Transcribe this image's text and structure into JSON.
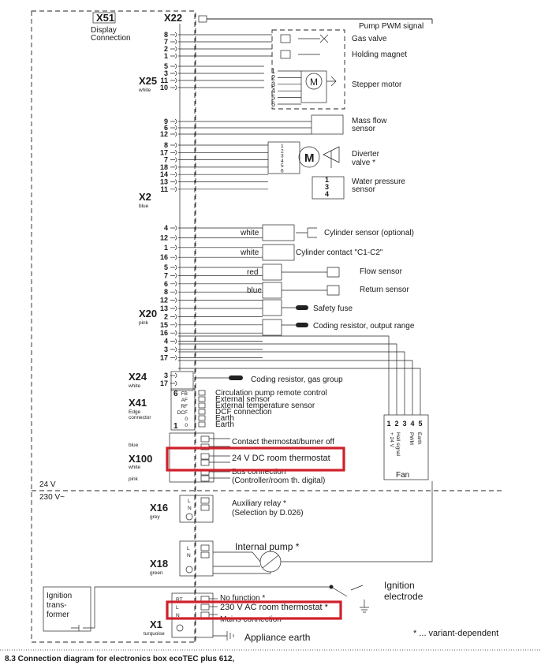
{
  "display_box": {
    "title": "X51",
    "label_line1": "Display",
    "label_line2": "Connection"
  },
  "x22": {
    "name": "X22",
    "signal": "Pump PWM signal"
  },
  "x25": {
    "name": "X25",
    "color": "white",
    "pins_a": [
      "8",
      "7",
      "2",
      "1"
    ],
    "pins_b": [
      "5",
      "3",
      "11",
      "10"
    ],
    "pins_c": [
      "9",
      "6",
      "12"
    ],
    "components": {
      "gas_valve": "Gas valve",
      "holding_magnet": "Holding magnet",
      "stepper_motor": "Stepper motor",
      "mass_flow": "Mass flow",
      "mass_flow_2": "sensor"
    },
    "stepper_pins": [
      "1",
      "2",
      "3",
      "4",
      "5",
      "6"
    ]
  },
  "x2": {
    "name": "X2",
    "color": "blue",
    "pins_a": [
      "8",
      "17",
      "7",
      "18",
      "14",
      "13",
      "11"
    ],
    "pins_b": [
      "4",
      "12",
      "1",
      "16"
    ],
    "components": {
      "diverter": "Diverter",
      "diverter_2": "valve *",
      "water_pressure": "Water pressure",
      "water_pressure_2": "sensor",
      "cylinder_sensor": "Cylinder sensor (optional)",
      "cylinder_contact": "Cylinder contact \"C1-C2\""
    },
    "wire_colors": {
      "cyl_sensor": "white",
      "cyl_contact": "white"
    },
    "diverter_pins": [
      "1",
      "2",
      "3",
      "4",
      "5",
      "6"
    ],
    "pressure_pins": [
      "1",
      "3",
      "4"
    ]
  },
  "x20": {
    "name": "X20",
    "color": "pink",
    "pins": [
      "5",
      "7",
      "6",
      "8",
      "12",
      "13",
      "2",
      "15",
      "16",
      "4",
      "3",
      "17"
    ],
    "components": {
      "flow": "Flow sensor",
      "return": "Return sensor",
      "safety_fuse": "Safety fuse",
      "coding_output": "Coding resistor, output range"
    },
    "wire_colors": {
      "flow": "red",
      "return": "blue"
    }
  },
  "x24": {
    "name": "X24",
    "color": "white",
    "pins": [
      "3",
      "17"
    ],
    "component": "Coding resistor, gas group"
  },
  "x41": {
    "name": "X41",
    "color_line1": "Edge",
    "color_line2": "connector",
    "pin_codes": [
      "FB",
      "AF",
      "RF",
      "DCF",
      "0",
      "0"
    ],
    "top_num": "6",
    "bottom_num": "1",
    "items": [
      "Circulation pump remote control",
      "External sensor",
      "External temperature sensor",
      "DCF connection",
      "Earth",
      "Earth"
    ]
  },
  "x100": {
    "name": "X100",
    "color": "white",
    "side_colors": [
      "blue",
      "pink"
    ],
    "items": [
      "Contact thermostat/burner off",
      "24 V DC room thermostat",
      "Bus connection",
      "(Controller/room th. digital)"
    ]
  },
  "fan": {
    "label": "Fan",
    "pins": [
      "1",
      "2",
      "3",
      "4",
      "5"
    ],
    "pin_labels": [
      "+ 24 V",
      "Hall signal",
      "PWM",
      "Earth"
    ]
  },
  "voltage": {
    "low": "24 V",
    "high": "230 V~"
  },
  "x16": {
    "name": "X16",
    "color": "grey",
    "pins": [
      "L",
      "N"
    ],
    "item_line1": "Auxiliary relay *",
    "item_line2": "(Selection by D.026)"
  },
  "x18": {
    "name": "X18",
    "color": "green",
    "pins": [
      "L",
      "N"
    ],
    "item": "Internal pump *"
  },
  "ignition": {
    "transformer_line1": "Ignition",
    "transformer_line2": "trans-",
    "transformer_line3": "former",
    "electrode_line1": "Ignition",
    "electrode_line2": "electrode"
  },
  "x1": {
    "name": "X1",
    "color": "turquoise",
    "pins": [
      "RT",
      "L",
      "N"
    ],
    "items": [
      "No function *",
      "230 V AC room thermostat *",
      "Mains connection"
    ],
    "earth": "Appliance earth"
  },
  "legend": "* ... variant-dependent",
  "caption": "8.3 Connection diagram for electronics box ecoTEC plus 612,",
  "highlight_color": "#d0202a"
}
